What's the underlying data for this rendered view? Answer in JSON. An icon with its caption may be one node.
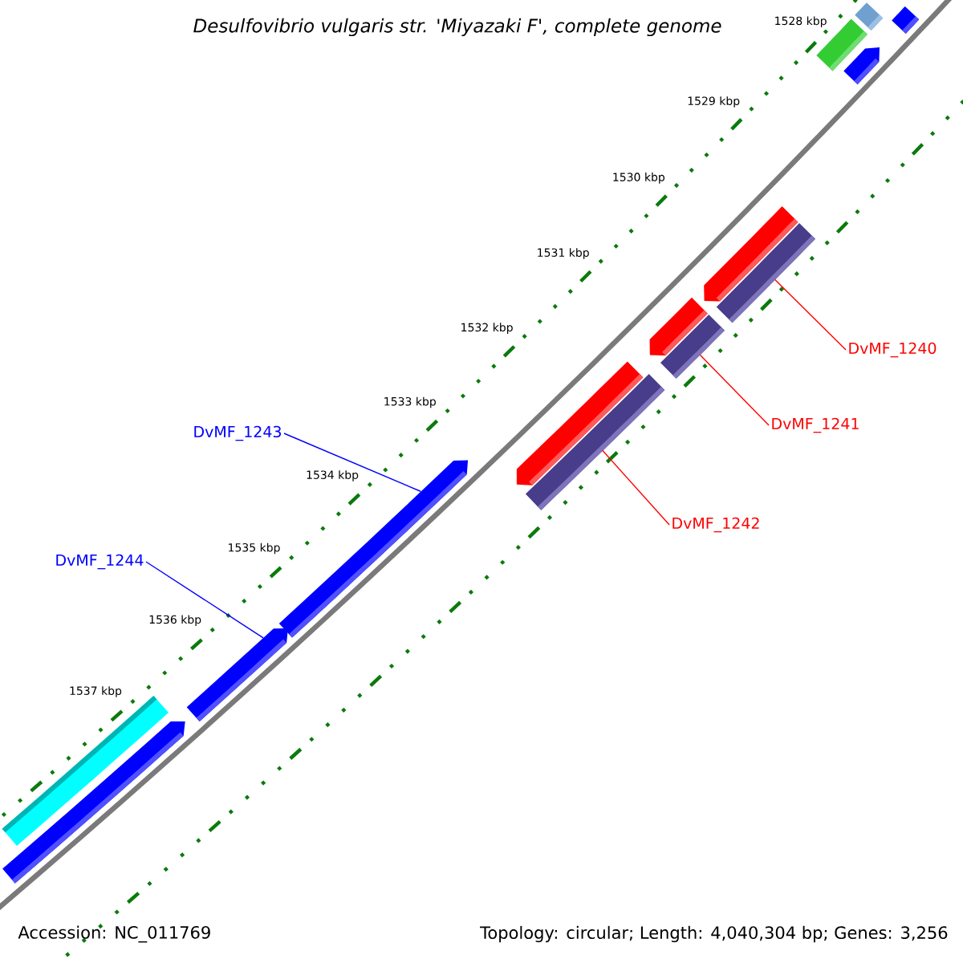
{
  "diagram": {
    "title": "Desulfovibrio vulgaris str. 'Miyazaki F', complete genome",
    "nodes": [
      {
        "text": [
          "DvMF_1240"
        ]
      },
      {
        "text": [
          "DvMF_1241"
        ]
      },
      {
        "text": [
          "DvMF_1242"
        ]
      },
      {
        "text": [
          "DvMF_1243"
        ]
      },
      {
        "text": [
          "DvMF_1244"
        ]
      },
      {
        "text": [],
        "shape": "bar"
      },
      {
        "text": [],
        "shape": "bar"
      },
      {
        "text": [],
        "shape": "bar"
      },
      {
        "text": [],
        "shape": "arrow"
      },
      {
        "text": [],
        "shape": "arrow"
      },
      {
        "text": [],
        "shape": "bar"
      },
      {
        "text": [],
        "shape": "arrow"
      },
      {
        "text": [],
        "shape": "bar"
      },
      {
        "text": [],
        "shape": "arrow"
      },
      {
        "text": [],
        "shape": "bar"
      },
      {
        "text": [],
        "shape": "arrow"
      },
      {
        "text": [],
        "shape": "arrow"
      },
      {
        "text": [],
        "shape": "bar"
      },
      {
        "text": [],
        "shape": "arrow"
      }
    ],
    "edges": [
      {
        "from": 0,
        "to": 10,
        "arrow": "none"
      },
      {
        "from": 1,
        "to": 12,
        "arrow": "none"
      },
      {
        "from": 2,
        "to": 14,
        "arrow": "none"
      },
      {
        "from": 3,
        "to": 15,
        "arrow": "none",
        "color": "#0000ff"
      },
      {
        "from": 4,
        "to": 16,
        "arrow": "none",
        "color": "#0000ff"
      }
    ],
    "labels": [
      "1528 kbp",
      "1529 kbp",
      "1530 kbp",
      "1531 kbp",
      "1532 kbp",
      "1533 kbp",
      "1534 kbp",
      "1535 kbp",
      "1536 kbp",
      "1537 kbp",
      "Accession: NC_011769",
      "Topology: circular; Length: 4,040,304 bp; Genes: 3,256"
    ]
  }
}
